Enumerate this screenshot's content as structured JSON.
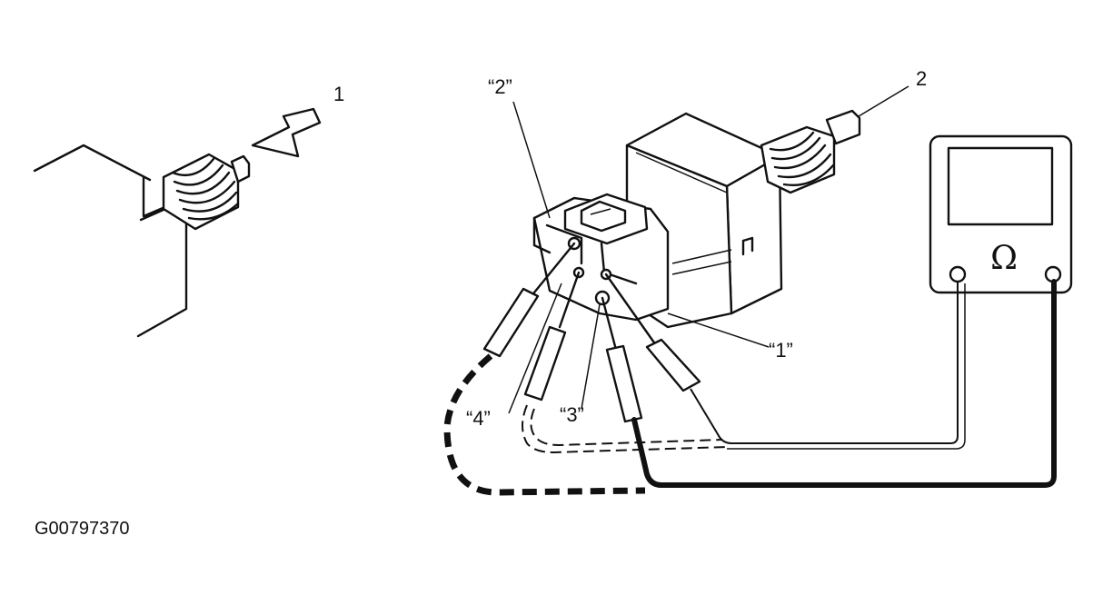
{
  "labels": {
    "part_1": "1",
    "part_2": "2",
    "terminal_1": "“1”",
    "terminal_2": "“2”",
    "terminal_3": "“3”",
    "terminal_4": "“4”"
  },
  "meter": {
    "symbol": "Ω"
  },
  "figure_id": "G00797370"
}
